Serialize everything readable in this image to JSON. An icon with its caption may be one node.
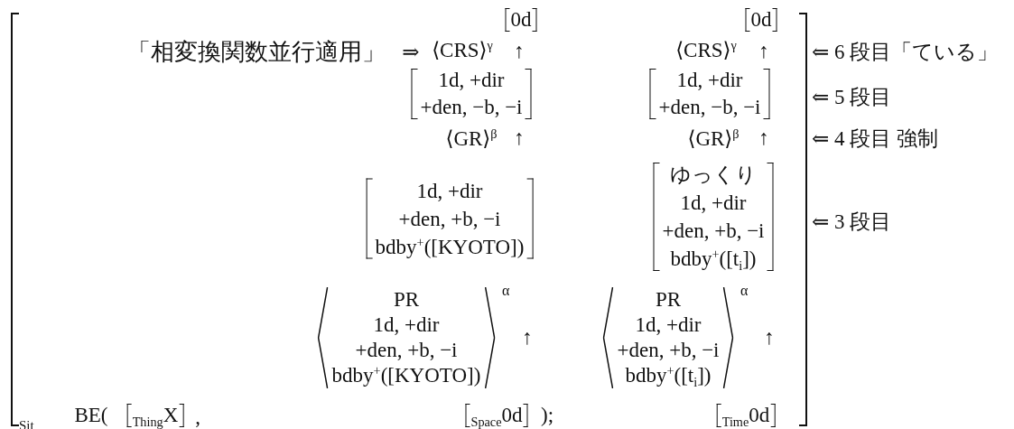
{
  "diagram": {
    "nodes": [
      {
        "text": [
          "Sit"
        ]
      },
      {
        "text": [
          "0d"
        ],
        "in": 0
      },
      {
        "text": [
          "0d"
        ],
        "in": 0
      },
      {
        "text": [
          "1d, +dir",
          "+den, −b, −i"
        ],
        "in": 0
      },
      {
        "text": [
          "1d, +dir",
          "+den, −b, −i"
        ],
        "in": 0
      },
      {
        "text": [
          "1d, +dir",
          "+den, +b, −i",
          "bdby$^{+}$([KYOTO])"
        ],
        "in": 0
      },
      {
        "text": [
          "ゆっくり",
          "1d, +dir",
          "+den, +b, −i",
          "bdby$^{+}$([t$_{i}$])"
        ],
        "in": 0
      },
      {
        "text": [
          "PR",
          "1d, +dir",
          "+den, +b, −i",
          "bdby$^{+}$([KYOTO])"
        ],
        "beside": [
          "α"
        ],
        "in": 0
      },
      {
        "text": [
          "PR",
          "1d, +dir",
          "+den, +b, −i",
          "bdby$^{+}$([t$_{i}$])"
        ],
        "beside": [
          "α"
        ],
        "in": 0
      },
      {
        "text": [
          "$_{Thing}$X"
        ],
        "in": 0
      },
      {
        "text": [
          "$_{Space}$0d"
        ],
        "in": 0
      },
      {
        "text": [
          "$_{Time}$0d"
        ],
        "in": 0
      }
    ],
    "labels": [
      "「相変換関数並行適用」",
      "⇒",
      "⟨CRS⟩$^{γ}$",
      "↑",
      "⟨CRS⟩$^{γ}$",
      "↑",
      "⇐ 6 段目「ている」",
      "⇐ 5 段目",
      "⟨GR⟩$^{β}$",
      "↑",
      "⟨GR⟩$^{β}$",
      "↑",
      "⇐ 4 段目 強制",
      "⇐ 3 段目",
      "↑",
      "↑",
      "BE(",
      ",",
      ");"
    ]
  }
}
